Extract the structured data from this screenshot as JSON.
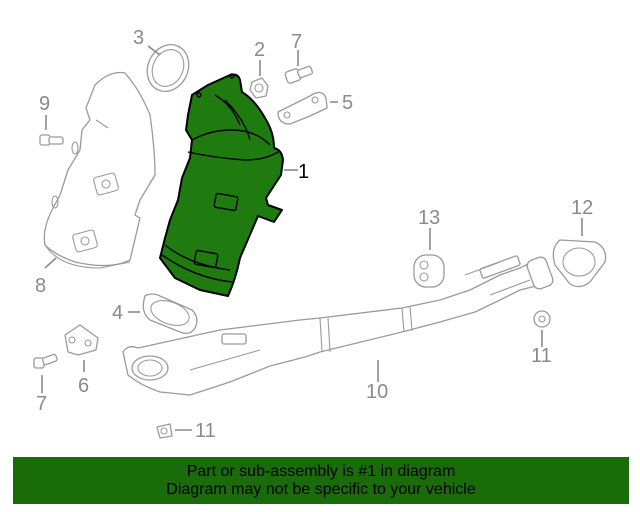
{
  "diagram": {
    "highlight_color": "#1f7a10",
    "line_color": "#9a9a9a",
    "callouts": [
      {
        "id": "c1",
        "label": "1",
        "part": "catalytic-converter-highlighted"
      },
      {
        "id": "c2",
        "label": "2",
        "part": "nut"
      },
      {
        "id": "c3",
        "label": "3",
        "part": "gasket-ring"
      },
      {
        "id": "c4",
        "label": "4",
        "part": "flange-gasket"
      },
      {
        "id": "c5",
        "label": "5",
        "part": "bracket"
      },
      {
        "id": "c6",
        "label": "6",
        "part": "bracket"
      },
      {
        "id": "c7a",
        "label": "7",
        "part": "bolt"
      },
      {
        "id": "c7b",
        "label": "7",
        "part": "bolt"
      },
      {
        "id": "c8",
        "label": "8",
        "part": "heat-shield"
      },
      {
        "id": "c9",
        "label": "9",
        "part": "bolt"
      },
      {
        "id": "c10",
        "label": "10",
        "part": "front-pipe"
      },
      {
        "id": "c11a",
        "label": "11",
        "part": "nut"
      },
      {
        "id": "c11b",
        "label": "11",
        "part": "nut"
      },
      {
        "id": "c12",
        "label": "12",
        "part": "gasket"
      },
      {
        "id": "c13",
        "label": "13",
        "part": "insulator"
      }
    ]
  },
  "banner": {
    "background": "#1a6b0a",
    "line1": "Part or sub-assembly is #1 in diagram",
    "line2": "Diagram may not be specific to your vehicle"
  }
}
